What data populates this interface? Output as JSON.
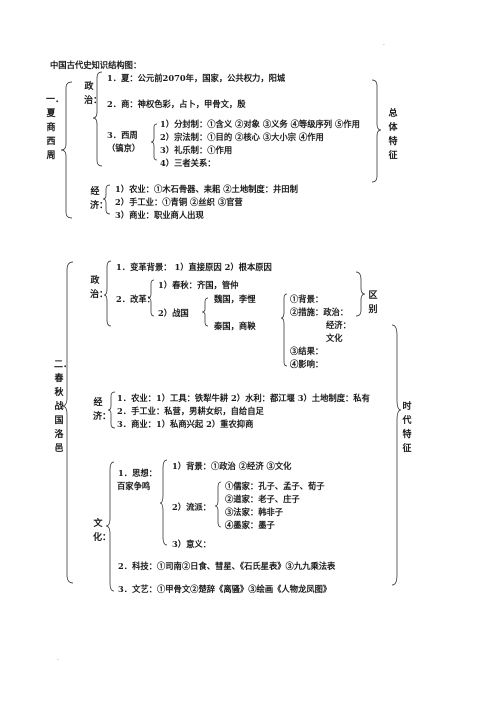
{
  "heading": "中国古代史知识结构图：",
  "marks": {
    "top": ".",
    "bottom": "."
  },
  "part1": {
    "title": "一．夏商西周",
    "zz": "政治：",
    "zz1": "1．夏：公元前2070年，国家，公共权力，阳城",
    "zz2": "2．商：神权色彩，占卜，甲骨文，殷",
    "zz3": "3．西周",
    "zz3b": "（镐京）",
    "z31": "1）分封制：①含义 ②对象 ③义务 ④等级序列 ⑤作用",
    "z32": "2）宗法制：①目的 ②核心 ③大小宗 ④作用",
    "z33": "3）礼乐制：①作用",
    "z34": "4）三者关系：",
    "side": "总体特征",
    "jj": "经济：",
    "jj1": "1）农业：①木石骨器、耒耜 ②土地制度：井田制",
    "jj2": "2）手工业：①青铜 ②丝织 ③官营",
    "jj3": "3）商业：职业商人出现"
  },
  "part2": {
    "title": "二．春秋战国洛邑",
    "zz": "政治：",
    "zz1": "1．变革背景：  1）直接原因  2）根本原因",
    "zz2": "2．改革：",
    "cq": "1）春秋：齐国，管仲",
    "zg": "2）战国",
    "wei": "魏国，李悝",
    "qin": "秦国，商鞅",
    "q1": "①背景：",
    "q2": "②措施：政治：",
    "q2a": "经济：",
    "q2b": "文化",
    "q3": "③结果：",
    "q4": "④影响：",
    "qb": "区别",
    "side": "时代特征",
    "jj": "经济：",
    "jj1": "1．农业：1）工具：铁犁牛耕  2）水利：都江堰  3）土地制度：私有",
    "jj2": "2．手工业：私营，男耕女织，自给自足",
    "jj3": "3．商业：1）私商兴起  2）重农抑商",
    "wh": "文化：",
    "sx": "1．思想：",
    "bj": "百家争鸣",
    "s1": "1）背景：①政治  ②经济  ③文化",
    "s2": "2）流派：",
    "ru": "①儒家：孔子、孟子、荀子",
    "dao": "②道家：老子、庄子",
    "fa": "③法家：韩非子",
    "mo": "④墨家：墨子",
    "s3": "3）意义：",
    "kj": "2．科技：①司南②日食、彗星、《石氏星表》③九九乘法表",
    "wy": "3．文艺：①甲骨文②楚辞《离骚》③绘画《人物龙凤图》"
  }
}
